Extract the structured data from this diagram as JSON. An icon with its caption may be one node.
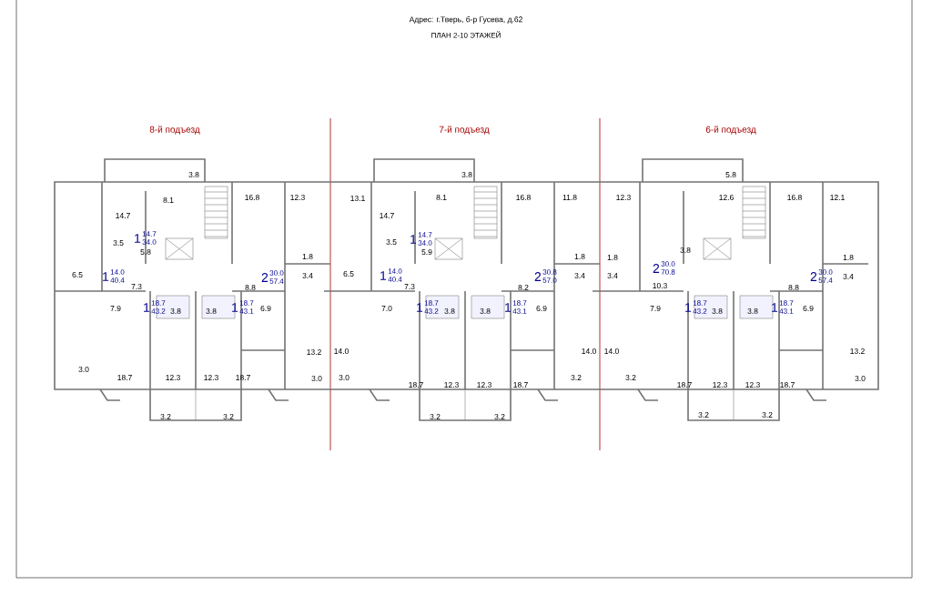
{
  "diagram": {
    "title": "ПЛАН  2-10  ЭТАЖЕЙ",
    "labels": [
      "Адрес: г.Тверь, б-р Гусева, д.62",
      "8-й подъезд",
      "3.8",
      "8.1",
      "16.8",
      "12.3",
      "14.7",
      "3.5",
      "1",
      "14.7",
      "34.0",
      "5.8",
      "1.8",
      "6.5",
      "1",
      "14.0",
      "40.4",
      "2",
      "30.0",
      "57.4",
      "3.4",
      "7.3",
      "8.8",
      "7.9",
      "1",
      "18.7",
      "43.2",
      "3.8",
      "3.8",
      "1",
      "18.7",
      "43.1",
      "6.9",
      "13.2",
      "3.0",
      "18.7",
      "12.3",
      "12.3",
      "18.7",
      "3.0",
      "3.2",
      "3.2",
      "7-й подъезд",
      "3.8",
      "13.1",
      "8.1",
      "16.8",
      "11.8",
      "14.7",
      "3.5",
      "1",
      "14.7",
      "34.0",
      "5.9",
      "1.8",
      "6.5",
      "1",
      "14.0",
      "40.4",
      "2",
      "30.8",
      "57.0",
      "3.4",
      "7.3",
      "8.2",
      "7.0",
      "1",
      "18.7",
      "43.2",
      "3.8",
      "3.8",
      "1",
      "18.7",
      "43.1",
      "6.9",
      "14.0",
      "14.0",
      "3.0",
      "18.7",
      "12.3",
      "12.3",
      "18.7",
      "3.2",
      "3.2",
      "3.2",
      "6-й подъезд",
      "5.8",
      "12.3",
      "12.6",
      "16.8",
      "12.1",
      "3.8",
      "1.8",
      "1.8",
      "3.4",
      "2",
      "30.0",
      "70.8",
      "2",
      "30.0",
      "57.4",
      "3.4",
      "10.3",
      "8.8",
      "7.9",
      "1",
      "18.7",
      "43.2",
      "3.8",
      "3.8",
      "1",
      "18.7",
      "43.1",
      "6.9",
      "14.0",
      "13.2",
      "3.2",
      "18.7",
      "12.3",
      "12.3",
      "18.7",
      "3.0",
      "3.2",
      "3.2"
    ]
  }
}
